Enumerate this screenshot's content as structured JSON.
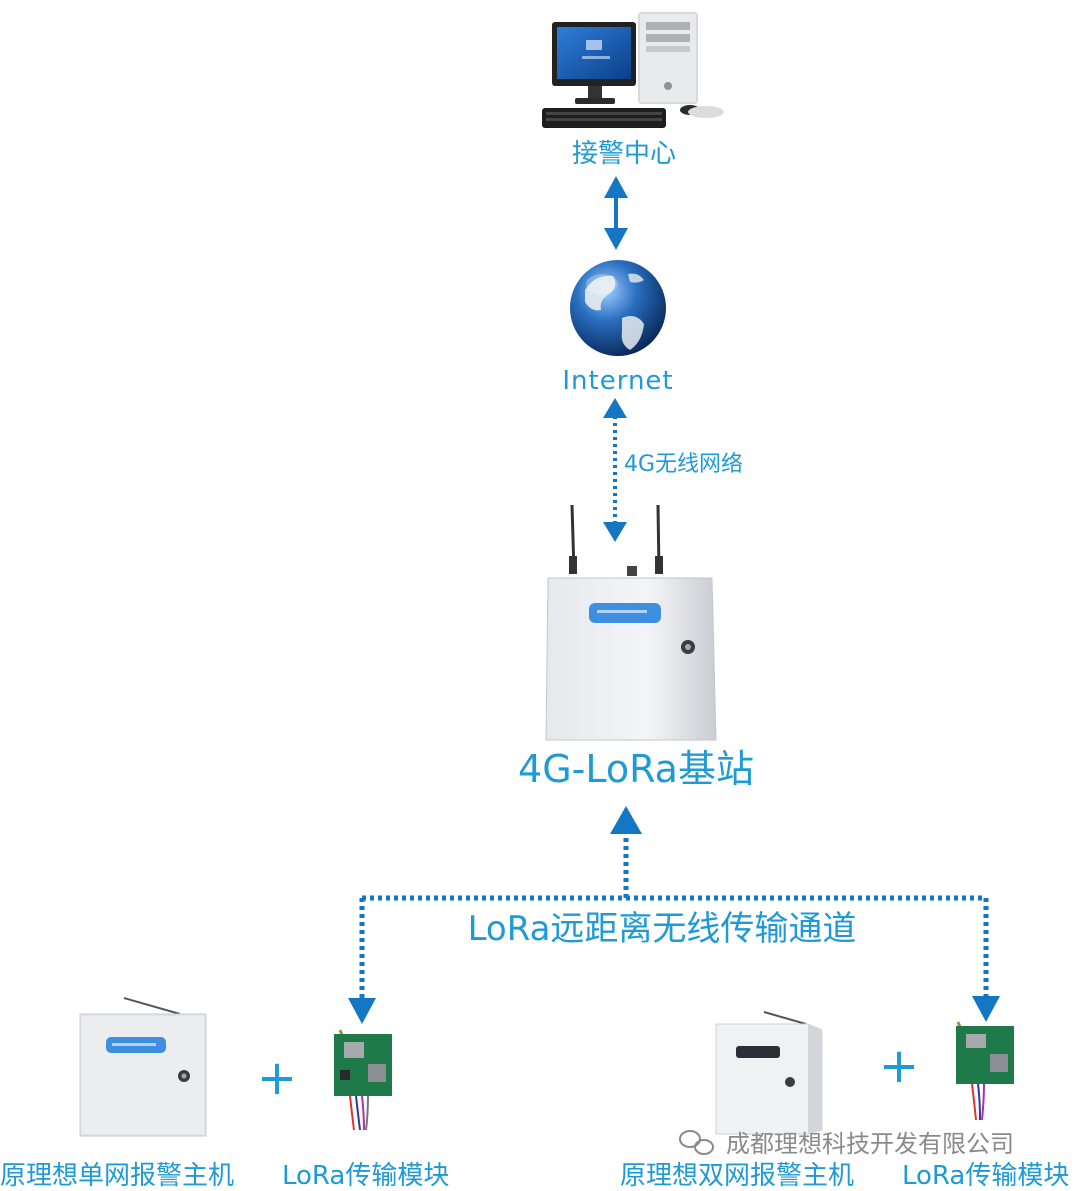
{
  "colors": {
    "accent": "#1e9ad6",
    "link_line": "#1576c4",
    "panel_blue": "#3f8fe0",
    "watermark": "#8a8a8a"
  },
  "nodes": {
    "alarm_center": {
      "label": "接警中心",
      "icon": "desktop-computer-icon"
    },
    "internet": {
      "label": "Internet",
      "icon": "globe-icon"
    },
    "base_station": {
      "label": "4G-LoRa基站",
      "icon": "base-station-cabinet-icon"
    },
    "single_net_host": {
      "label": "原理想单网报警主机",
      "icon": "alarm-host-panel-icon"
    },
    "dual_net_host": {
      "label": "原理想双网报警主机",
      "icon": "alarm-host-panel-icon"
    },
    "lora_module_left": {
      "label": "LoRa传输模块",
      "icon": "lora-module-board-icon"
    },
    "lora_module_right": {
      "label": "LoRa传输模块",
      "icon": "lora-module-board-icon"
    }
  },
  "links": {
    "wireless_4g": {
      "label": "4G无线网络"
    },
    "lora_channel": {
      "label": "LoRa远距离无线传输通道"
    }
  },
  "plus_signs": {
    "left": "+",
    "right": "+"
  },
  "watermark": {
    "text": "成都理想科技开发有限公司",
    "icon": "wechat-icon"
  }
}
